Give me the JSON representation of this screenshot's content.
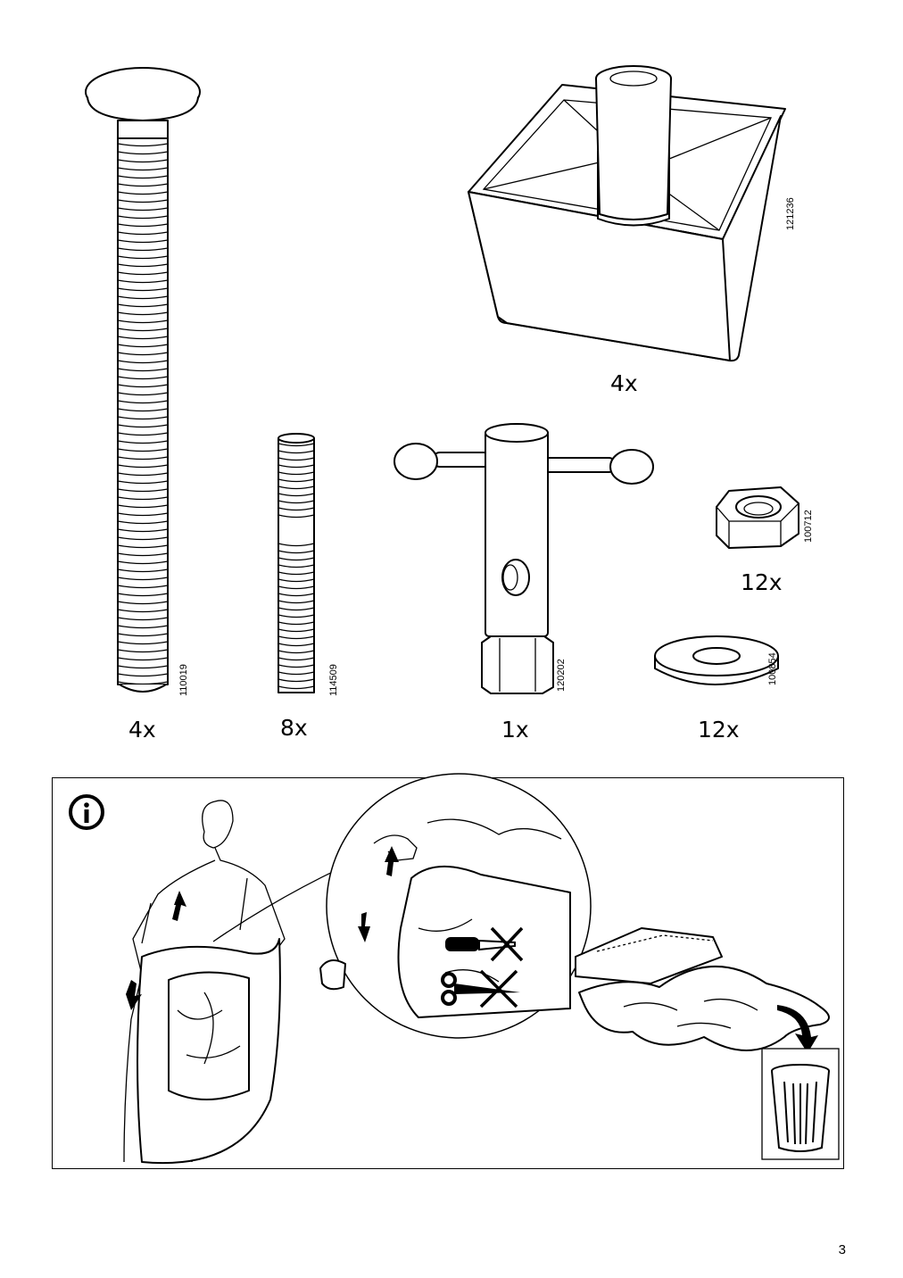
{
  "parts": [
    {
      "id": "carriage-bolt",
      "part_number": "110019",
      "quantity": "4x"
    },
    {
      "id": "threaded-rod",
      "part_number": "114509",
      "quantity": "8x"
    },
    {
      "id": "leg-foot",
      "part_number": "121236",
      "quantity": "4x"
    },
    {
      "id": "tommy-wrench",
      "part_number": "120202",
      "quantity": "1x"
    },
    {
      "id": "hex-nut",
      "part_number": "100712",
      "quantity": "12x"
    },
    {
      "id": "washer",
      "part_number": "100854",
      "quantity": "12x"
    }
  ],
  "info_panel": {
    "icon": "info-icon",
    "steps": [
      "person-lifting-bag-illustration",
      "zoom-hands-illustration",
      "cushion-and-bag-illustration",
      "trash-bin-icon"
    ]
  },
  "page_number": "3"
}
